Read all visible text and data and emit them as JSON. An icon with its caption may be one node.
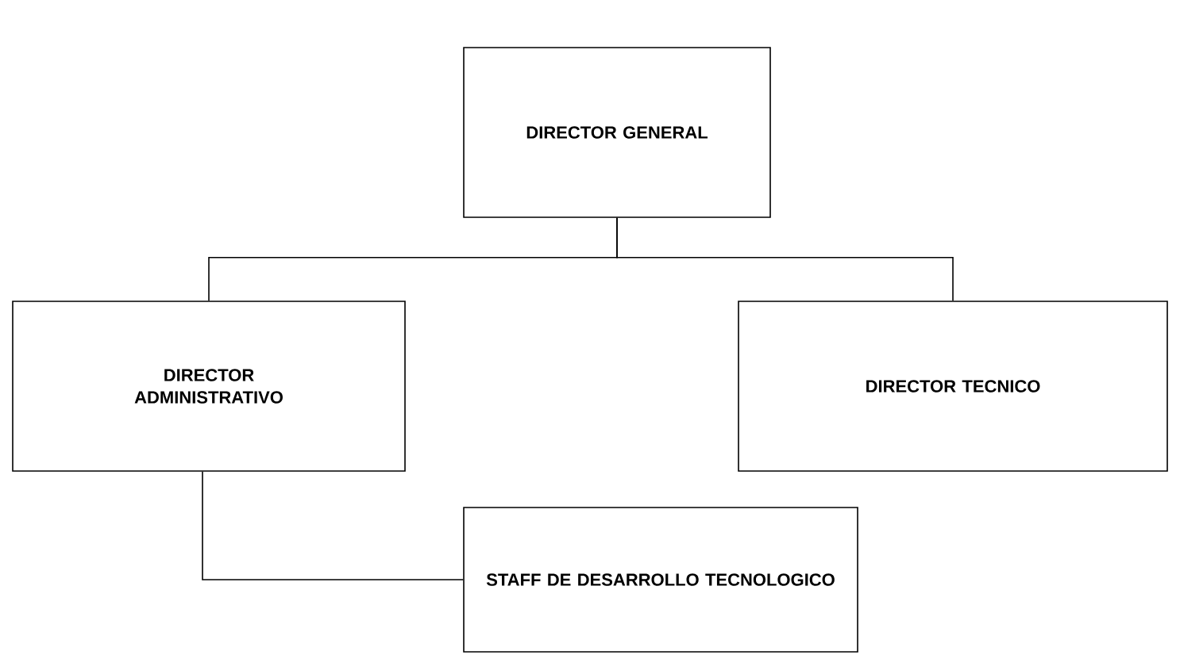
{
  "diagram": {
    "nodes": [
      {
        "text": [
          "DIRECTOR GENERAL"
        ]
      },
      {
        "text": [
          "DIRECTOR ADMINISTRATIVO"
        ]
      },
      {
        "text": [
          "DIRECTOR TECNICO"
        ]
      },
      {
        "text": [
          "STAFF DE DESARROLLO TECNOLOGICO"
        ]
      }
    ],
    "edges": [
      {
        "from": 0,
        "to": 1,
        "arrow": "none"
      },
      {
        "from": 0,
        "to": 2,
        "arrow": "none"
      },
      {
        "from": 1,
        "to": 3,
        "arrow": "none"
      }
    ]
  }
}
